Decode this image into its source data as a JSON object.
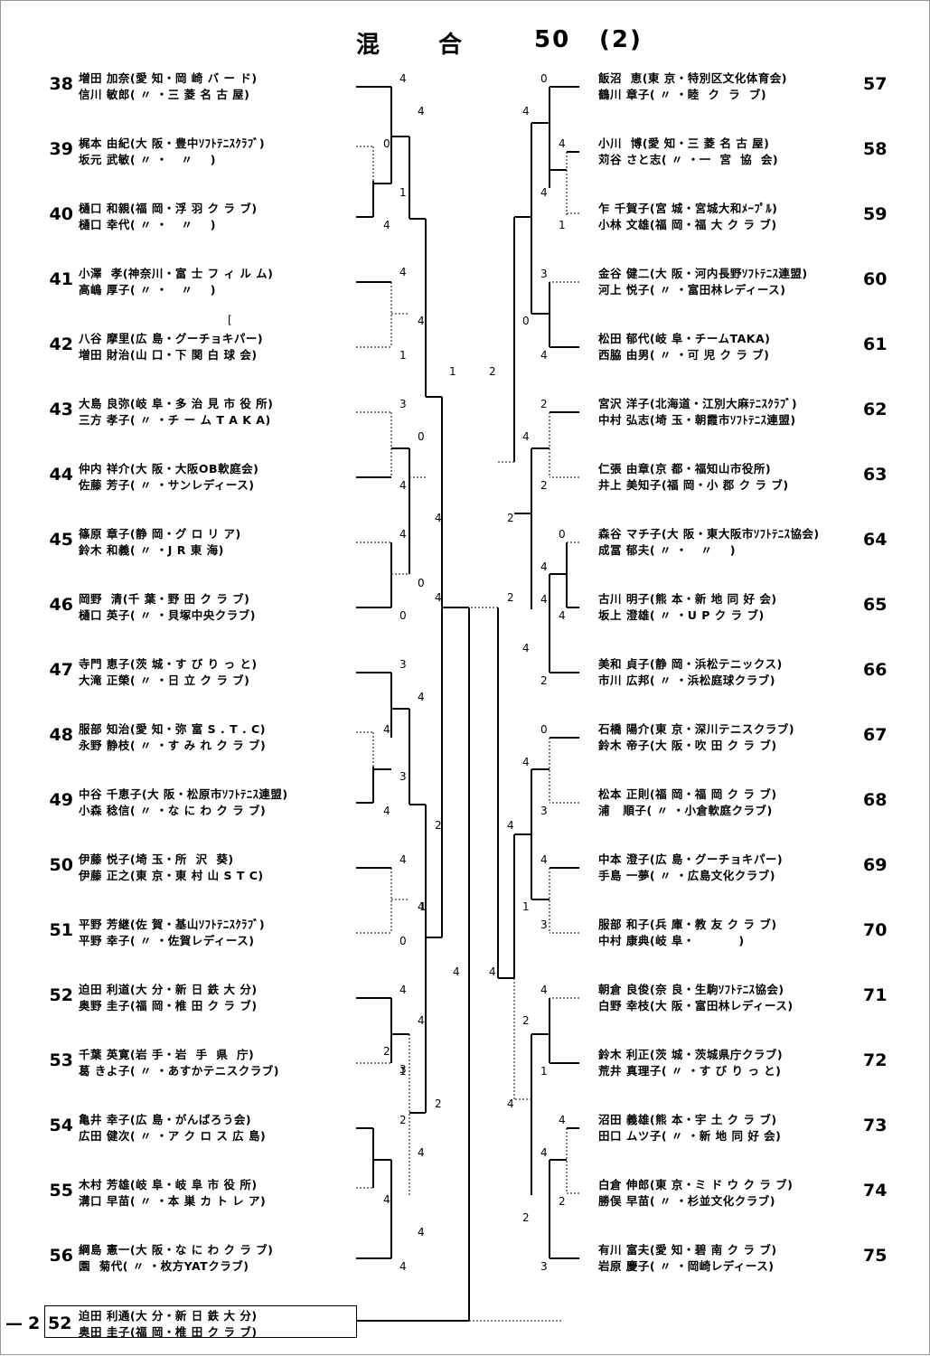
{
  "title": {
    "a": "混",
    "b": "合",
    "c": "50",
    "d": "(2)"
  },
  "left": [
    {
      "num": "38",
      "p1": "増田 加奈(愛 知・岡 崎 バ ー ド)",
      "p2": "信川 敏郎( 〃 ・三 菱 名 古 屋)"
    },
    {
      "num": "39",
      "p1": "梶本 由紀(大 阪・豊中ｿﾌﾄﾃﾆｽｸﾗﾌﾞ)",
      "p2": "坂元 武敏( 〃 ・   〃    )"
    },
    {
      "num": "40",
      "p1": "樋口 和親(福 岡・浮 羽 ク ラ ブ)",
      "p2": "樋口 幸代( 〃 ・   〃    )"
    },
    {
      "num": "41",
      "p1": "小澤  孝(神奈川・富 士 フ ィ ル ム)",
      "p2": "高嶋 厚子( 〃 ・   〃    )"
    },
    {
      "num": "42",
      "p1": "八谷 摩里(広 島・グーチョキパー)",
      "p2": "増田 財治(山 口・下 関 白 球 会)"
    },
    {
      "num": "43",
      "p1": "大島 良弥(岐 阜・多 治 見 市 役 所)",
      "p2": "三方 孝子( 〃 ・チ ー ム T A K A)"
    },
    {
      "num": "44",
      "p1": "仲内 祥介(大 阪・大阪OB軟庭会)",
      "p2": "佐藤 芳子( 〃 ・サンレディース)"
    },
    {
      "num": "45",
      "p1": "篠原 章子(静 岡・グ ロ リ ア)",
      "p2": "鈴木 和義( 〃 ・J R 東 海)"
    },
    {
      "num": "46",
      "p1": "岡野  清(千 葉・野 田 ク ラ ブ)",
      "p2": "樋口 英子( 〃 ・貝塚中央クラブ)"
    },
    {
      "num": "47",
      "p1": "寺門 恵子(茨 城・す び り っ と)",
      "p2": "大滝 正榮( 〃 ・日 立 ク ラ ブ)"
    },
    {
      "num": "48",
      "p1": "服部 知治(愛 知・弥 富 S . T . C)",
      "p2": "永野 静枝( 〃 ・す み れ ク ラ ブ)"
    },
    {
      "num": "49",
      "p1": "中谷 千恵子(大 阪・松原市ｿﾌﾄﾃﾆｽ連盟)",
      "p2": "小森 稔信( 〃 ・な に わ ク ラ ブ)"
    },
    {
      "num": "50",
      "p1": "伊藤 悦子(埼 玉・所  沢  葵)",
      "p2": "伊藤 正之(東 京・東 村 山 S T C)"
    },
    {
      "num": "51",
      "p1": "平野 芳継(佐 賀・基山ｿﾌﾄﾃﾆｽｸﾗﾌﾞ)",
      "p2": "平野 幸子( 〃 ・佐賀レディース)"
    },
    {
      "num": "52",
      "p1": "迫田 利道(大 分・新 日 鉄 大 分)",
      "p2": "奥野 圭子(福 岡・椎 田 ク ラ ブ)"
    },
    {
      "num": "53",
      "p1": "千葉 英寛(岩 手・岩  手  県  庁)",
      "p2": "葛 きよ子( 〃 ・あすかテニスクラブ)"
    },
    {
      "num": "54",
      "p1": "亀井 幸子(広 島・がんばろう会)",
      "p2": "広田 健次( 〃 ・ア ク ロ ス 広 島)"
    },
    {
      "num": "55",
      "p1": "木村 芳雄(岐 阜・岐 阜 市 役 所)",
      "p2": "溝口 早苗( 〃 ・本 巣 カ ト レ ア)"
    },
    {
      "num": "56",
      "p1": "綱島 憲一(大 阪・な に わ ク ラ ブ)",
      "p2": "園  菊代( 〃 ・枚方YATクラブ)"
    }
  ],
  "right": [
    {
      "num": "57",
      "p1": "飯沼  恵(東 京・特別区文化体育会)",
      "p2": "鶴川 章子( 〃 ・睦  ク  ラ  ブ)"
    },
    {
      "num": "58",
      "p1": "小川  博(愛 知・三 菱 名 古 屋)",
      "p2": "苅谷 さと志( 〃 ・一  宮  協  会)"
    },
    {
      "num": "59",
      "p1": "乍 千賀子(宮 城・宮城大和ﾒｰﾌﾟﾙ)",
      "p2": "小林 文雄(福 岡・福 大 ク ラ ブ)"
    },
    {
      "num": "60",
      "p1": "金谷 健二(大 阪・河内長野ｿﾌﾄﾃﾆｽ連盟)",
      "p2": "河上 悦子( 〃 ・富田林レディース)"
    },
    {
      "num": "61",
      "p1": "松田 郁代(岐 阜・チームTAKA)",
      "p2": "西脇 由男( 〃 ・可 児 ク ラ ブ)"
    },
    {
      "num": "62",
      "p1": "宮沢 洋子(北海道・江別大麻ﾃﾆｽｸﾗﾌﾞ)",
      "p2": "中村 弘志(埼 玉・朝霞市ｿﾌﾄﾃﾆｽ連盟)"
    },
    {
      "num": "63",
      "p1": "仁張 由章(京 都・福知山市役所)",
      "p2": "井上 美知子(福 岡・小 郡 ク ラ ブ)"
    },
    {
      "num": "64",
      "p1": "森谷 マチ子(大 阪・東大阪市ｿﾌﾄﾃﾆｽ協会)",
      "p2": "成冨 郁夫( 〃 ・   〃    )"
    },
    {
      "num": "65",
      "p1": "古川 明子(熊 本・新 地 同 好 会)",
      "p2": "坂上 澄雄( 〃 ・U P ク ラ ブ)"
    },
    {
      "num": "66",
      "p1": "美和 貞子(静 岡・浜松テニックス)",
      "p2": "市川 広邦( 〃 ・浜松庭球クラブ)"
    },
    {
      "num": "67",
      "p1": "石橋 陽介(東 京・深川テニスクラブ)",
      "p2": "鈴木 帝子(大 阪・吹 田 ク ラ ブ)"
    },
    {
      "num": "68",
      "p1": "松本 正則(福 岡・福 岡 ク ラ ブ)",
      "p2": "浦   順子( 〃 ・小倉軟庭クラブ)"
    },
    {
      "num": "69",
      "p1": "中本 澄子(広 島・グーチョキパー)",
      "p2": "手島 一夢( 〃 ・広島文化クラブ)"
    },
    {
      "num": "70",
      "p1": "服部 和子(兵 庫・教 友 ク ラ ブ)",
      "p2": "中村 康典(岐 阜・          )"
    },
    {
      "num": "71",
      "p1": "朝倉 良俊(奈 良・生駒ｿﾌﾄﾃﾆｽ協会)",
      "p2": "白野 幸枝(大 阪・富田林レディース)"
    },
    {
      "num": "72",
      "p1": "鈴木 利正(茨 城・茨城県庁クラブ)",
      "p2": "荒井 真理子( 〃 ・す び り っ と)"
    },
    {
      "num": "73",
      "p1": "沼田 義雄(熊 本・宇 土 ク ラ ブ)",
      "p2": "田口 ムツ子( 〃 ・新 地 同 好 会)"
    },
    {
      "num": "74",
      "p1": "白倉 伸郎(東 京・ミ ド ウ ク ラ ブ)",
      "p2": "勝俣 早苗( 〃 ・杉並文化クラブ)"
    },
    {
      "num": "75",
      "p1": "有川 富夫(愛 知・碧 南 ク ラ ブ)",
      "p2": "岩原 慶子( 〃 ・岡崎レディース)"
    }
  ],
  "final": {
    "rank": "2",
    "num": "52",
    "p1": "迫田 利通(大 分・新 日 鉄 大 分)",
    "p2": "奥田 圭子(福 岡・椎 田 ク ラ ブ)",
    "dash": "—"
  },
  "mark42": "[",
  "scores": {
    "L": [
      "4",
      "4",
      "0",
      "1",
      "4",
      "4",
      "4",
      "1",
      "1",
      "3",
      "0",
      "4",
      "4",
      "4",
      "0",
      "0",
      "3",
      "4",
      "4",
      "3",
      "4",
      "2",
      "4",
      "4",
      "0",
      "4",
      "4",
      "1",
      "2",
      "4",
      "4",
      "2",
      "4",
      "4",
      "4",
      "2",
      "3",
      "1",
      "4"
    ],
    "R": [
      "0",
      "4",
      "4",
      "4",
      "1",
      "3",
      "0",
      "4",
      "2",
      "2",
      "4",
      "2",
      "2",
      "0",
      "4",
      "4",
      "4",
      "2",
      "0",
      "4",
      "3",
      "4",
      "4",
      "1",
      "3",
      "4",
      "2",
      "1",
      "4",
      "4",
      "4",
      "2",
      "2",
      "3",
      "4",
      "2",
      "4"
    ]
  }
}
